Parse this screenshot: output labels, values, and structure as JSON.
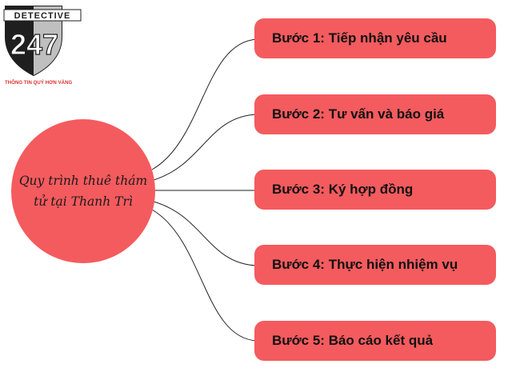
{
  "logo": {
    "brand_text": "DETECTIVE",
    "number": "247",
    "tagline": "THÔNG TIN QUÝ HƠN VÀNG"
  },
  "center": {
    "label": "Quy trình thuê thám tử tại Thanh Trì"
  },
  "steps": [
    {
      "label": "Bước 1: Tiếp nhận yêu cầu"
    },
    {
      "label": "Bước 2: Tư vấn và báo giá"
    },
    {
      "label": "Bước 3: Ký hợp đồng"
    },
    {
      "label": "Bước 4: Thực hiện nhiệm vụ"
    },
    {
      "label": "Bước 5: Báo cáo kết quả"
    }
  ],
  "colors": {
    "node_fill": "#f45b5e",
    "connector": "#222222",
    "logo_dark": "#1f1f1f",
    "tagline_red": "#d9302c"
  }
}
